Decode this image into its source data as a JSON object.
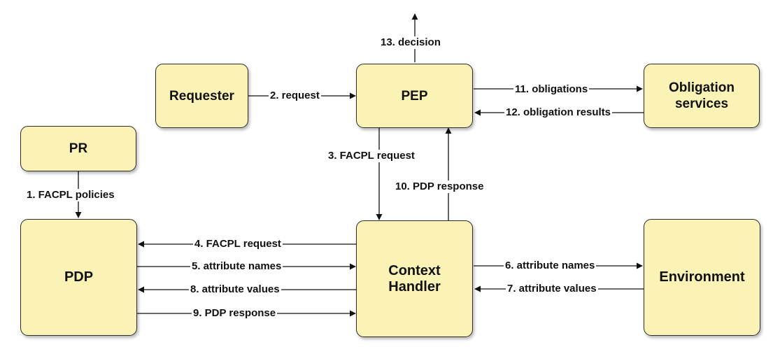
{
  "nodes": {
    "requester": "Requester",
    "pep": "PEP",
    "obligation_services": "Obligation\nservices",
    "pr": "PR",
    "pdp": "PDP",
    "context_handler": "Context\nHandler",
    "environment": "Environment"
  },
  "edges": {
    "e1": "1. FACPL policies",
    "e2": "2. request",
    "e3": "3. FACPL request",
    "e4": "4. FACPL request",
    "e5": "5. attribute names",
    "e6": "6. attribute names",
    "e7": "7. attribute values",
    "e8": "8. attribute values",
    "e9": "9. PDP response",
    "e10": "10. PDP response",
    "e11": "11. obligations",
    "e12": "12. obligation results",
    "e13": "13. decision"
  }
}
